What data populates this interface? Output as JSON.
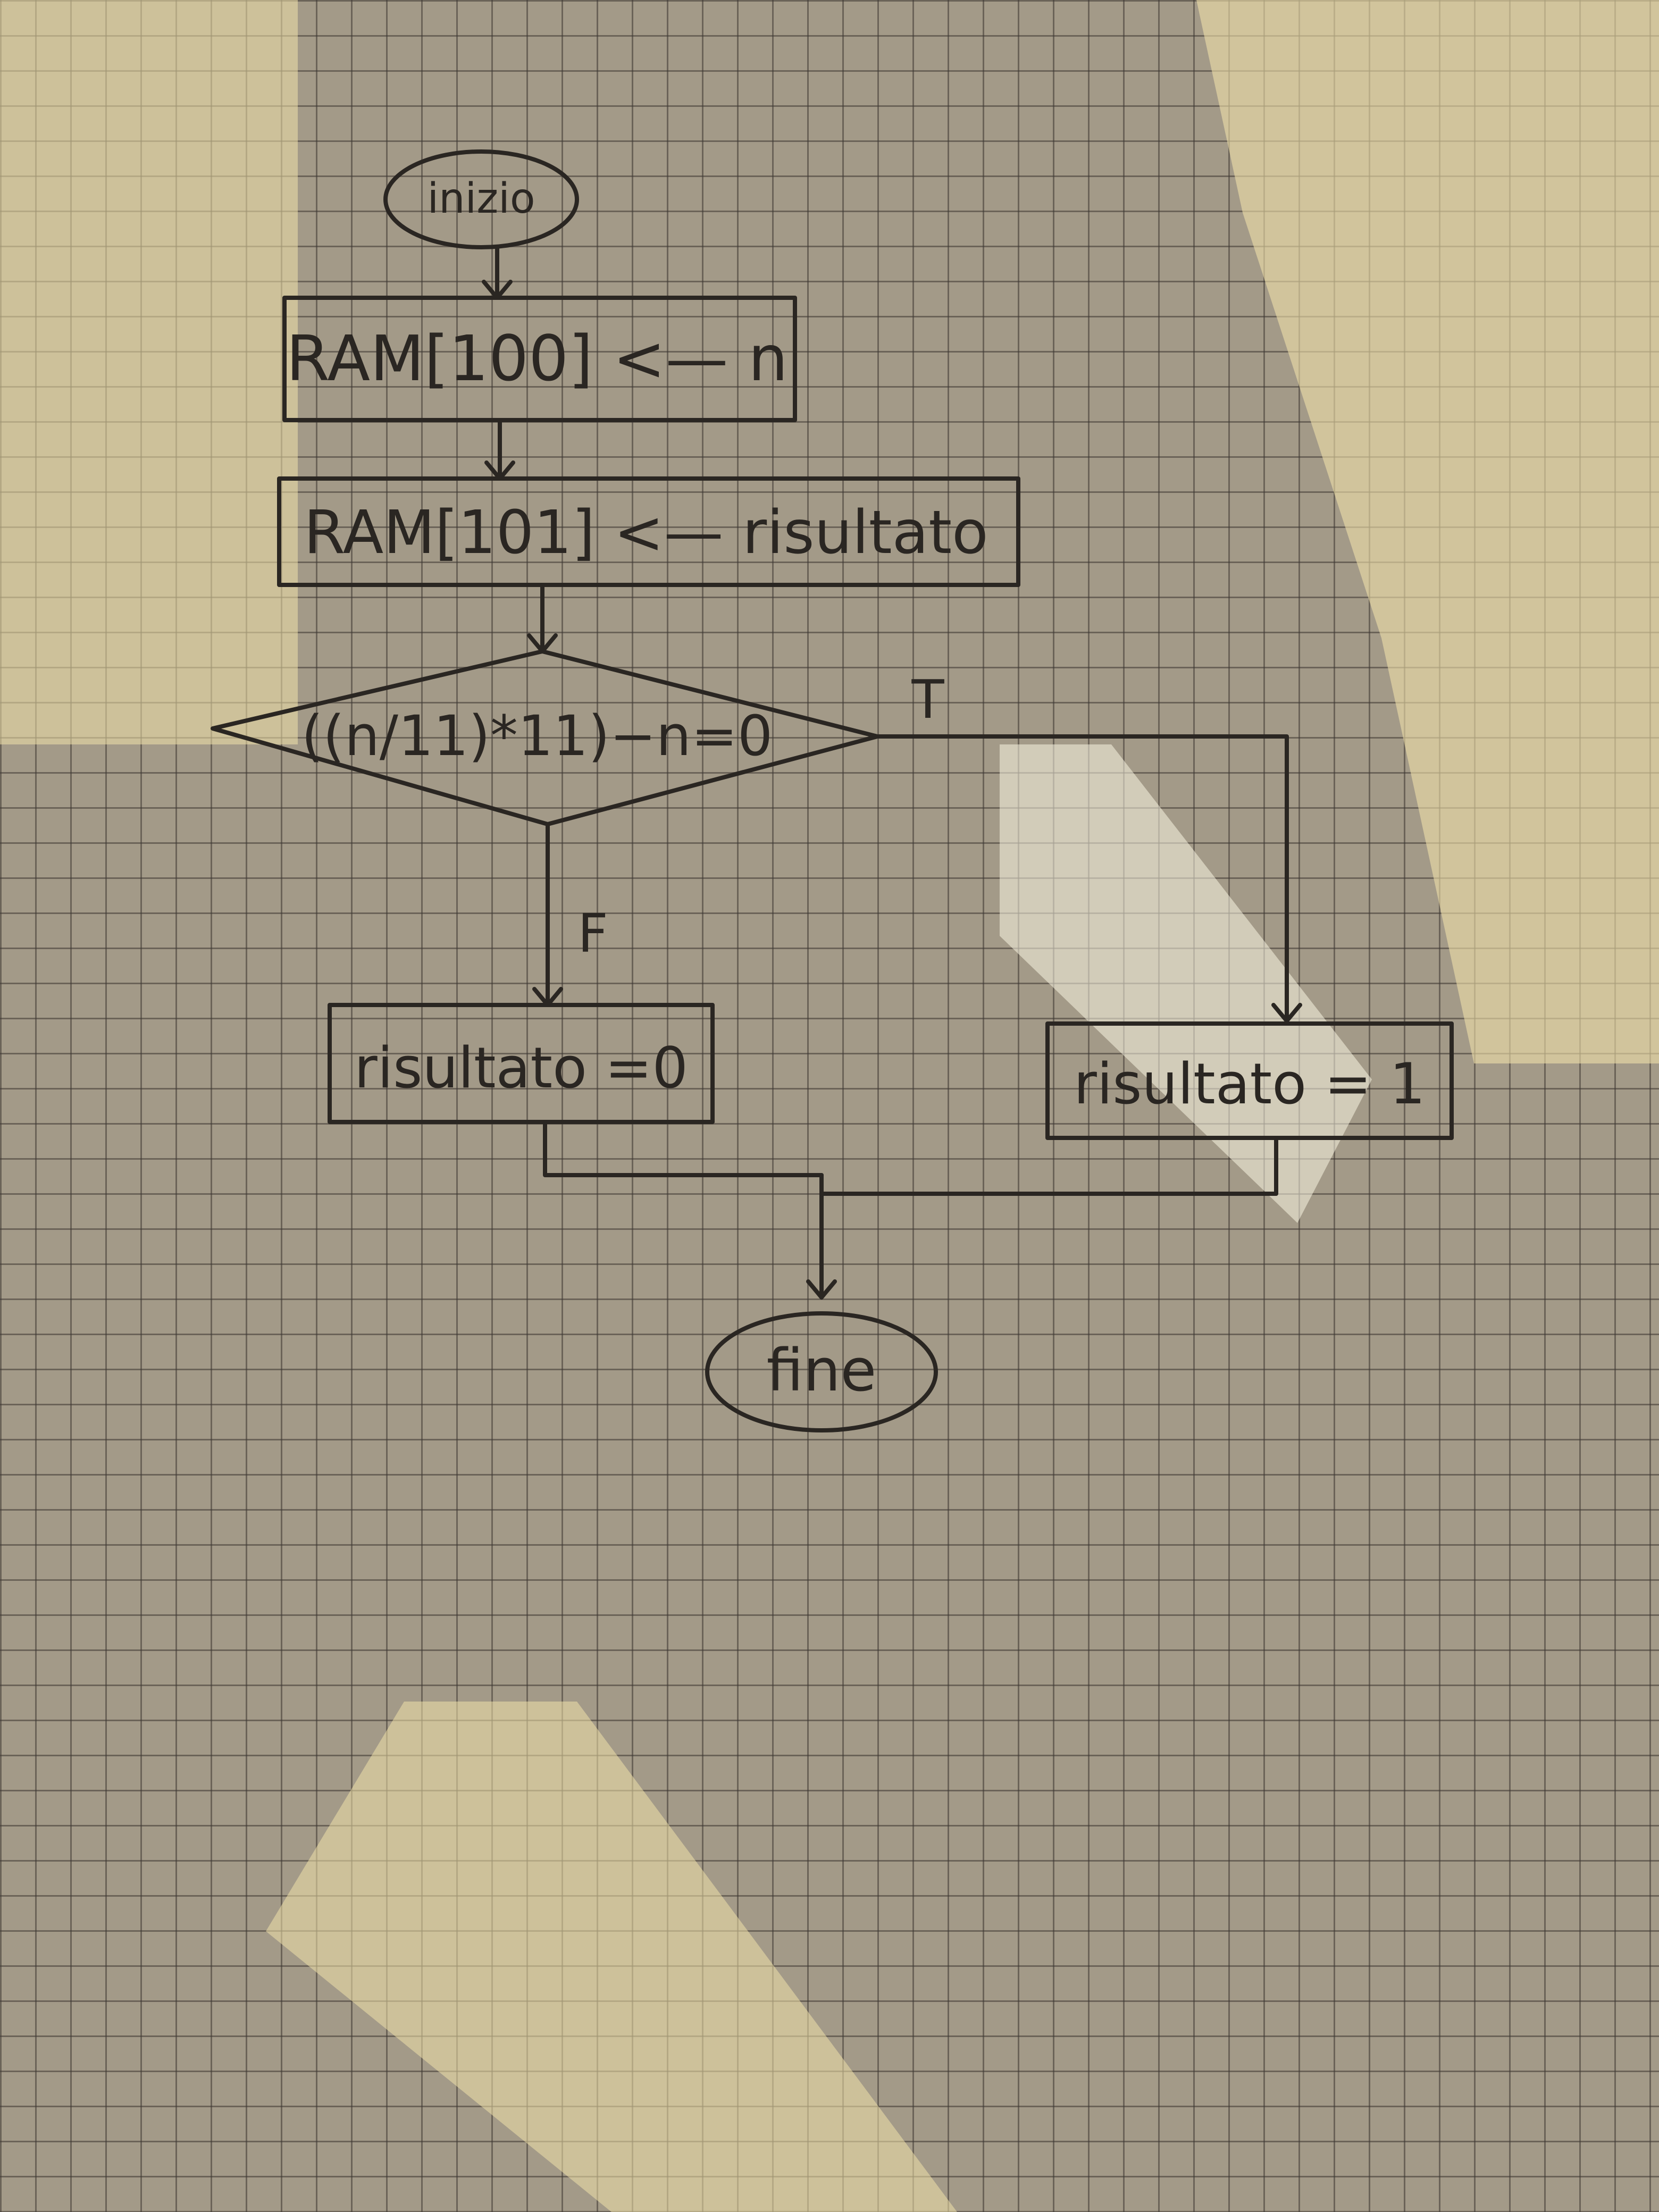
{
  "flowchart": {
    "start": "inizio",
    "step1": "RAM[100] <— n",
    "step2": "RAM[101] <— risultato",
    "decision": "((n/11)*11)−n=0",
    "true_label": "T",
    "false_label": "F",
    "false_action": "risultato =0",
    "true_action": "risultato = 1",
    "end": "fine"
  },
  "colors": {
    "ink": "#2a2622",
    "paper": "#a39a88",
    "grid": "#3c3732",
    "light": "#e9dcae"
  }
}
